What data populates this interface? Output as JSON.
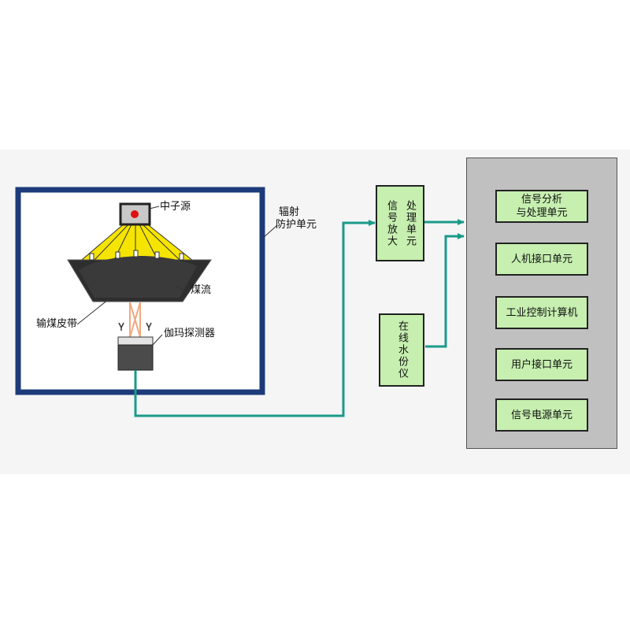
{
  "labels": {
    "neutron_source": "中子源",
    "radiation_protection_1": "辐射",
    "radiation_protection_2": "防护单元",
    "coal_flow": "煤流",
    "conveyor_belt": "输煤皮带",
    "gamma_detector": "伽玛探测器"
  },
  "amp_box": {
    "col1": "信号放大",
    "col2": "处理单元"
  },
  "moisture_meter": "在线水份仪",
  "computer_units": [
    {
      "line1": "信号分析",
      "line2": "与处理单元"
    },
    {
      "line1": "人机接口单元",
      "line2": ""
    },
    {
      "line1": "工业控制计算机",
      "line2": ""
    },
    {
      "line1": "用户接口单元",
      "line2": ""
    },
    {
      "line1": "信号电源单元",
      "line2": ""
    }
  ],
  "colors": {
    "protection_frame": "#1d3b7a",
    "box_fill": "#c6efb0",
    "connector": "#1a9a8a",
    "coal": "#3a3a3a",
    "radiation_fan": "#f5e400",
    "neutron_dot": "#e01010"
  }
}
